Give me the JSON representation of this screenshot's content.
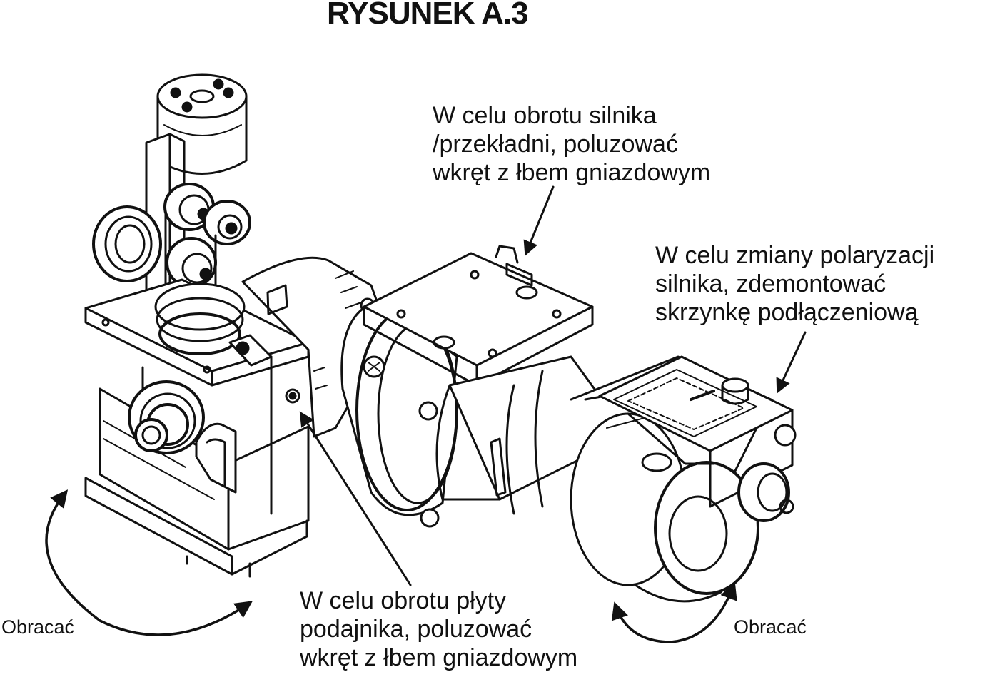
{
  "figure": {
    "title": "RYSUNEK A.3"
  },
  "callouts": {
    "motor_rotation": {
      "lines": [
        "W celu obrotu silnika",
        "/przekładni, poluzować",
        "wkręt z łbem gniazdowym"
      ]
    },
    "polarity_change": {
      "lines": [
        "W celu zmiany polaryzacji",
        "silnika, zdemontować",
        "skrzynkę podłączeniową"
      ]
    },
    "plate_rotation": {
      "lines": [
        "W celu obrotu płyty",
        "podajnika, poluzować",
        "wkręt z łbem gniazdowym"
      ]
    }
  },
  "rotate_labels": {
    "left": "Obracać",
    "right": "Obracać"
  },
  "colors": {
    "ink": "#111111",
    "paper": "#ffffff"
  }
}
